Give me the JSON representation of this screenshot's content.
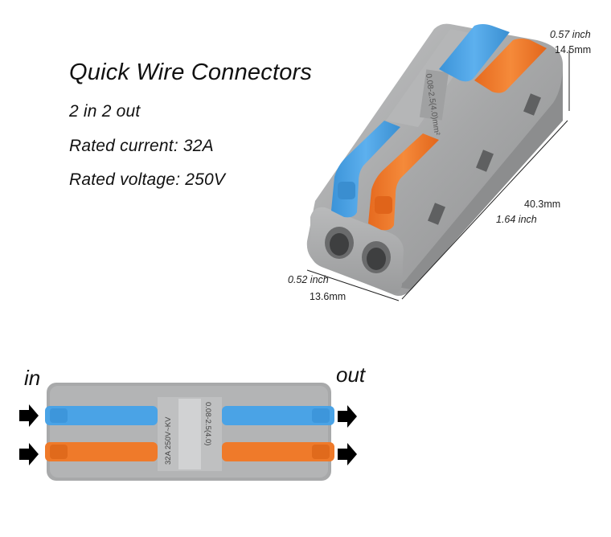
{
  "product": {
    "title": "Quick Wire Connectors",
    "config": "2 in 2 out",
    "rated_current": "Rated current: 32A",
    "rated_voltage": "Rated voltage: 250V"
  },
  "dimensions": {
    "height_in": "0.57 inch",
    "height_mm": "14.5mm",
    "length_mm": "40.3mm",
    "length_in": "1.64 inch",
    "width_in": "0.52 inch",
    "width_mm": "13.6mm"
  },
  "labels": {
    "in": "in",
    "out": "out",
    "body_mark_top": "0.08-2.5(4.0)mm²",
    "body_mark_front_a": "32A 250V~KV",
    "body_mark_front_b": "0.08-2.5(4.0)"
  },
  "colors": {
    "body_gray": "#a9aaab",
    "lever_blue": "#4aa3e6",
    "lever_orange": "#ef7a2a",
    "arrow": "#000000"
  }
}
